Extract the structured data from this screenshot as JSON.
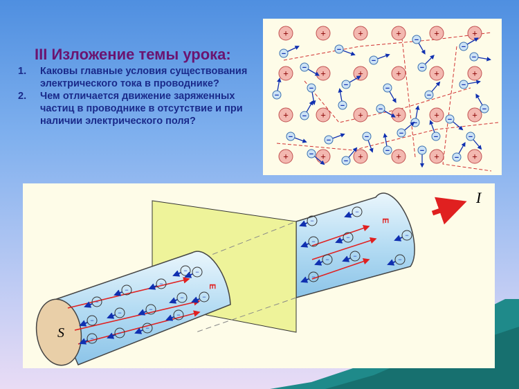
{
  "slide": {
    "title": "III Изложение темы урока:",
    "questions": [
      {
        "number": "1.",
        "text": "Каковы главные условия существования электрического тока в проводнике?"
      },
      {
        "number": "2.",
        "text": "Чем отличается движение заряженных частиц  в проводнике в отсутствие и при наличии электрического поля?"
      }
    ]
  },
  "figure_lattice": {
    "ion_label": "+",
    "electron_label": "−"
  },
  "figure_conductor": {
    "cross_section_label": "S",
    "field_label": "E",
    "current_label": "I"
  },
  "colors": {
    "title": "#6b1470",
    "text": "#1a2a8a",
    "ion": "#e87070",
    "electron": "#1030b0",
    "arrow": "#e02020"
  }
}
